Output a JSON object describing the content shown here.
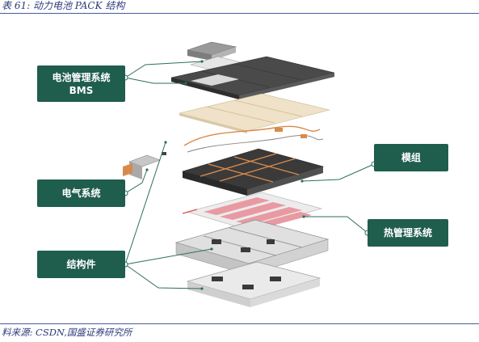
{
  "caption": "表 61:  动力电池 PACK 结构",
  "source": "料来源:  CSDN,国盛证券研究所",
  "labels": {
    "bms_line1": "电池管理系统",
    "bms_line2": "BMS",
    "electrical": "电气系统",
    "structural": "结构件",
    "module": "模组",
    "thermal": "热管理系统"
  },
  "colors": {
    "label_bg": "#1f5d4d",
    "leader": "#2d6e5e",
    "cover": "#4a4a4a",
    "cell": "#3a3a3a",
    "heat": "#e89aa3",
    "copper": "#d98a4a",
    "tray": "#cfcfcf"
  }
}
